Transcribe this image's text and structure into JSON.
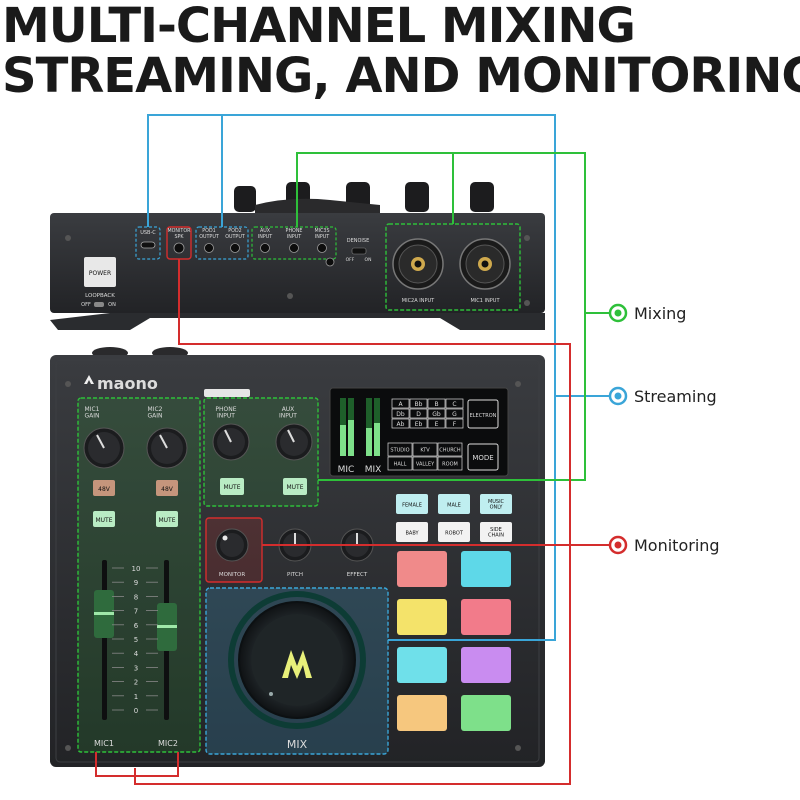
{
  "headline": {
    "line1": "MULTI-CHANNEL MIXING",
    "line2": "STREAMING, AND MONITORING"
  },
  "callouts": {
    "mixing": "Mixing",
    "streaming": "Streaming",
    "monitoring": "Monitoring"
  },
  "colors": {
    "mixing": "#2ec03a",
    "streaming": "#3aa5d8",
    "monitoring": "#d42d2d",
    "device_body": "#2b2d30"
  },
  "rear_panel": {
    "power": "POWER",
    "loopback": "LOOPBACK",
    "off": "OFF",
    "on": "ON",
    "usb": "USB-C",
    "monitor": "MONITOR",
    "spk": "SPK",
    "pod1": "POD1",
    "pod2": "POD2",
    "output": "OUTPUT",
    "aux": "AUX",
    "phone": "PHONE",
    "mic3": "MIC3S",
    "input": "INPUT",
    "denoise": "DENOISE",
    "mic2a_input": "MIC2A INPUT",
    "mic1_input": "MIC1 INPUT"
  },
  "front_panel": {
    "brand": "maono",
    "mic1_gain": "MIC1\nGAIN",
    "mic2_gain": "MIC2\nGAIN",
    "phone_input": "PHONE\nINPUT",
    "aux_input": "AUX\nINPUT",
    "phantom": "48V",
    "mute": "MUTE",
    "monitor": "MONITOR",
    "pitch": "PITCH",
    "effect": "EFFECT",
    "mix": "MIX",
    "mic1": "MIC1",
    "mic2": "MIC2",
    "meter_mic": "MIC",
    "meter_mix": "MIX",
    "fader_scale": [
      "10",
      "9",
      "8",
      "7",
      "6",
      "5",
      "4",
      "3",
      "2",
      "1",
      "0"
    ]
  },
  "screen": {
    "keys": [
      [
        "A",
        "Bb",
        "B",
        "C"
      ],
      [
        "Db",
        "D",
        "Gb",
        "G"
      ],
      [
        "Ab",
        "Eb",
        "E",
        "F"
      ]
    ],
    "electron": "ELECTRON",
    "scenes": [
      [
        "STUDIO",
        "KTV",
        "CHURCH"
      ],
      [
        "HALL",
        "VALLEY",
        "ROOM"
      ]
    ],
    "mode": "MODE"
  },
  "voice_buttons": [
    [
      "FEMALE",
      "MALE",
      "MUSIC\nONLY"
    ],
    [
      "BABY",
      "ROBOT",
      "SIDE\nCHAIN"
    ]
  ],
  "pad_colors": [
    "#f08a8a",
    "#5ed8e8",
    "#f4e36a",
    "#f27b8a",
    "#6fe0ea",
    "#c98cf0",
    "#f6c77e",
    "#7ee08a"
  ]
}
